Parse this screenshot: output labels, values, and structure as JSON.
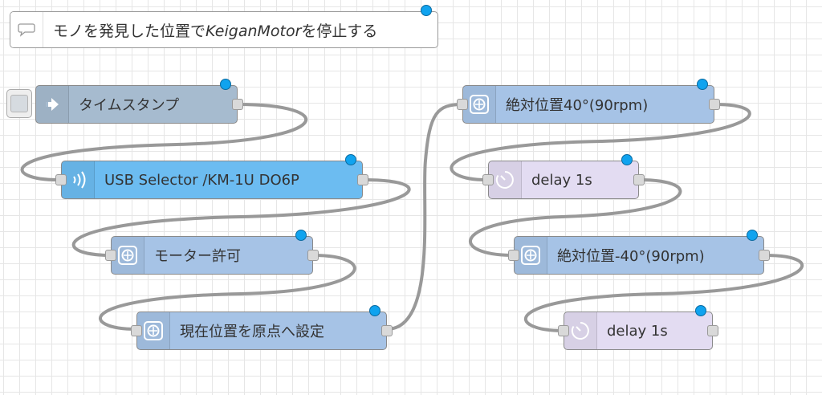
{
  "comment": {
    "text_before": "モノを発見した位置で",
    "text_italic": "KeiganMotor",
    "text_after": "を停止する",
    "icon": "comment-bubble-icon"
  },
  "nodes": {
    "timestamp": {
      "label": "タイムスタンプ",
      "icon": "arrow-right-icon",
      "color": "#a6bbcf"
    },
    "usb": {
      "label": "USB Selector /KM-1U DO6P",
      "icon": "signal-waves-icon",
      "color": "#6cbcf1"
    },
    "enable": {
      "label": "モーター許可",
      "icon": "motor-icon",
      "color": "#a6c3e6"
    },
    "preset": {
      "label": "現在位置を原点へ設定",
      "icon": "motor-icon",
      "color": "#a6c3e6"
    },
    "abs40": {
      "label": "絶対位置40°(90rpm)",
      "icon": "motor-icon",
      "color": "#a6c3e6"
    },
    "delay1": {
      "label": "delay 1s",
      "icon": "timer-icon",
      "color": "#e3dcf2"
    },
    "absm40": {
      "label": "絶対位置-40°(90rpm)",
      "icon": "motor-icon",
      "color": "#a6c3e6"
    },
    "delay2": {
      "label": "delay 1s",
      "icon": "timer-icon",
      "color": "#e3dcf2"
    }
  },
  "colors": {
    "status_dot": "#10a3ef",
    "wire": "#999999"
  }
}
